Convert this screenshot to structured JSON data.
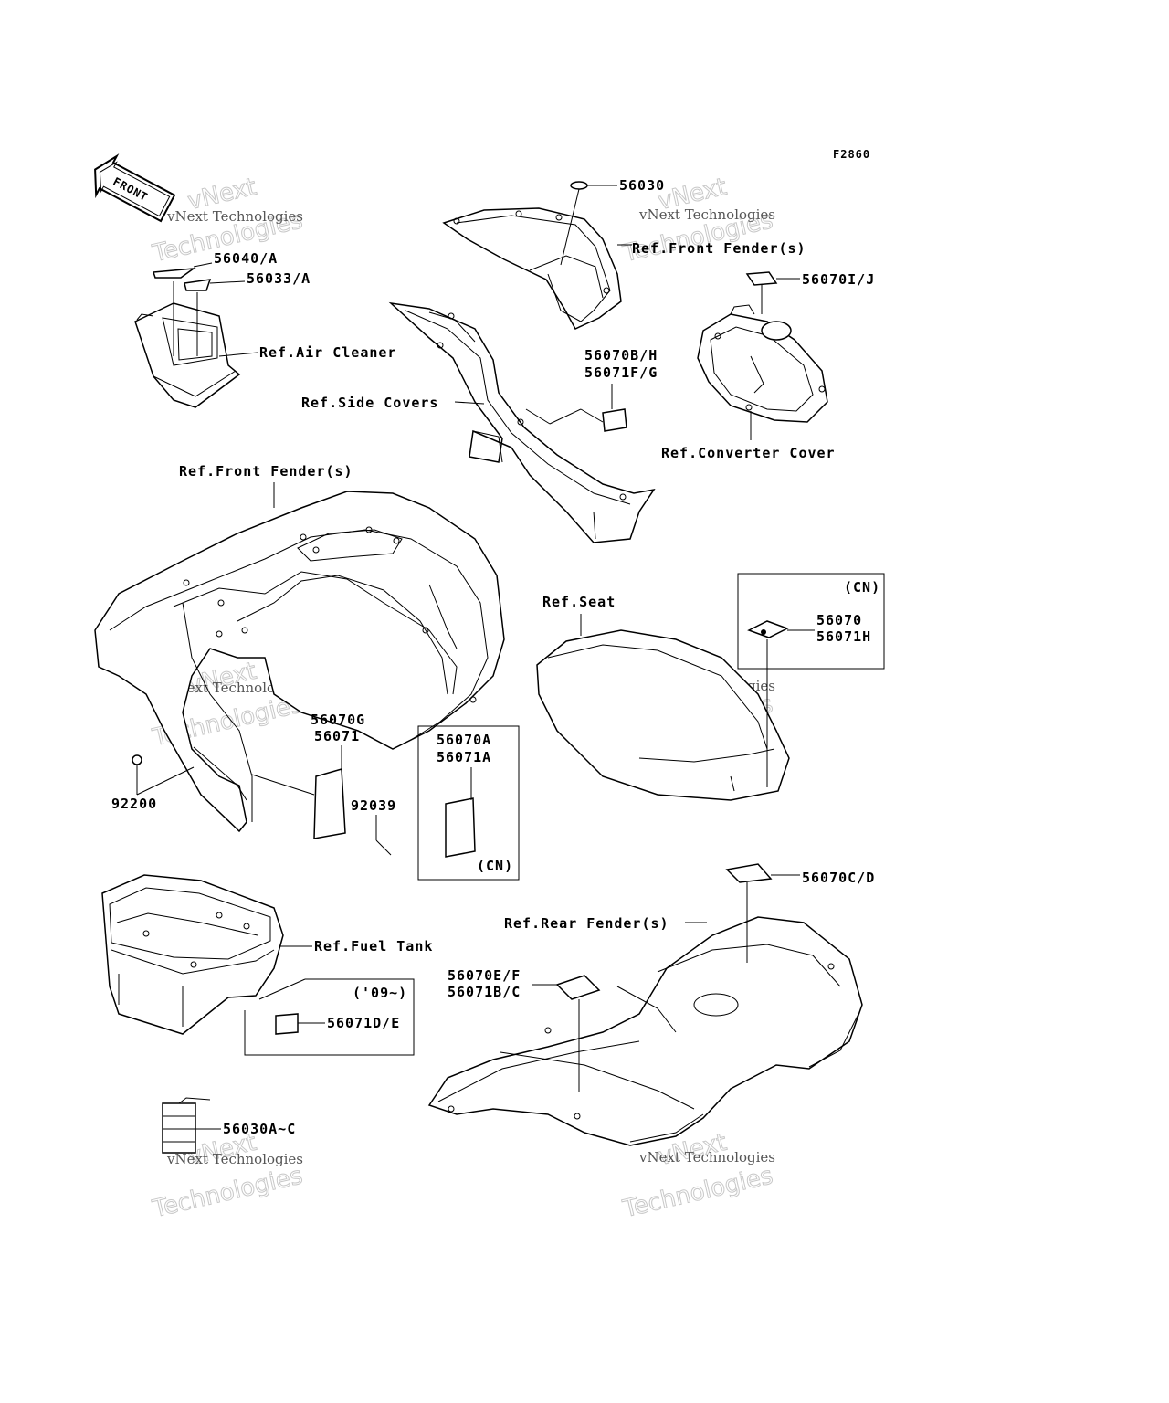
{
  "figure_code": "F2860",
  "front_arrow_text": "FRONT",
  "watermark": {
    "line1": "vNext Technologies",
    "line2": "Technologies",
    "line3": "vNext"
  },
  "labels": {
    "p56030": "56030",
    "ref_front_fender_top": "Ref.Front Fender(s)",
    "p56040": "56040/A",
    "p56033": "56033/A",
    "ref_air_cleaner": "Ref.Air Cleaner",
    "p56070ij": "56070I/J",
    "p56070bh": "56070B/H",
    "p56071fg": "56071F/G",
    "ref_side_covers": "Ref.Side Covers",
    "ref_converter_cover": "Ref.Converter Cover",
    "ref_front_fender_main": "Ref.Front Fender(s)",
    "ref_seat": "Ref.Seat",
    "cn_box_seat_tag": "(CN)",
    "p56070": "56070",
    "p56071h": "56071H",
    "p56070g": "56070G",
    "p56071": "56071",
    "p92039": "92039",
    "p92200": "92200",
    "p56070a": "56070A",
    "p56071a": "56071A",
    "cn_box_front_tag": "(CN)",
    "p56070cd": "56070C/D",
    "ref_rear_fender": "Ref.Rear Fender(s)",
    "ref_fuel_tank": "Ref.Fuel Tank",
    "p56070ef": "56070E/F",
    "p56071bc": "56071B/C",
    "year_box_tag": "('09~)",
    "p56071de": "56071D/E",
    "p56030ac": "56030A~C"
  }
}
